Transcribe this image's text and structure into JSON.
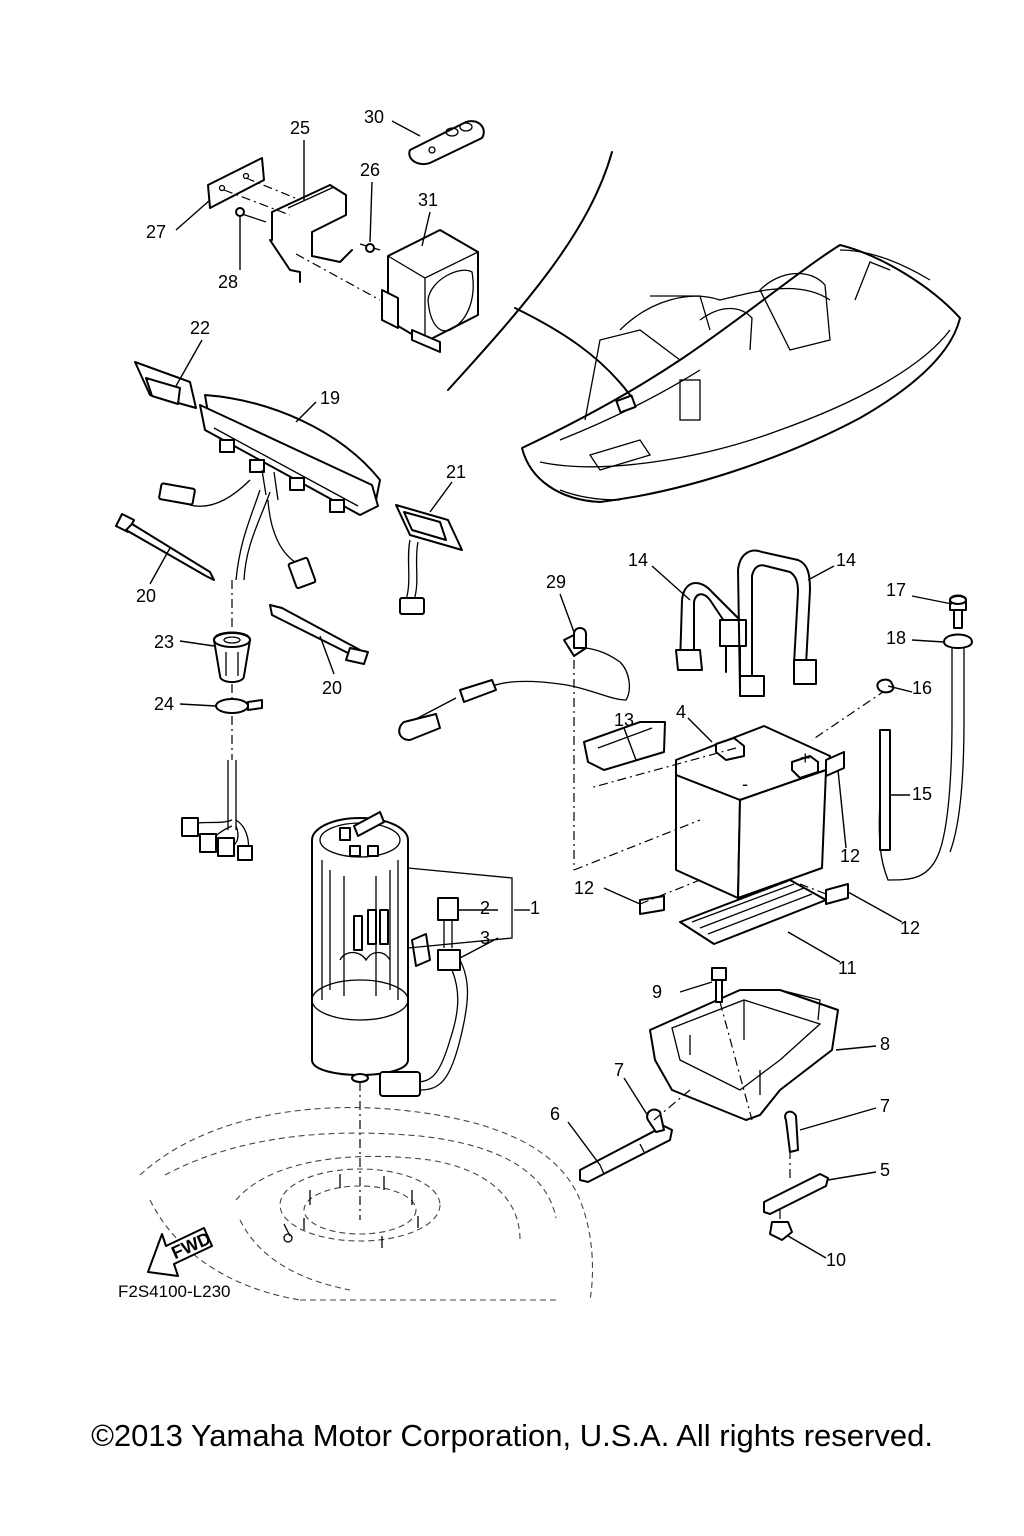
{
  "diagram": {
    "code": "F2S4100-L230",
    "fwd_label": "FWD",
    "callouts": [
      "1",
      "2",
      "3",
      "4",
      "5",
      "6",
      "7",
      "8",
      "9",
      "10",
      "11",
      "12",
      "13",
      "14",
      "15",
      "16",
      "17",
      "18",
      "19",
      "20",
      "21",
      "22",
      "23",
      "24",
      "25",
      "26",
      "27",
      "28",
      "29",
      "30",
      "31"
    ]
  },
  "footer": {
    "copyright": "©2013 Yamaha Motor Corporation, U.S.A. All rights reserved."
  }
}
